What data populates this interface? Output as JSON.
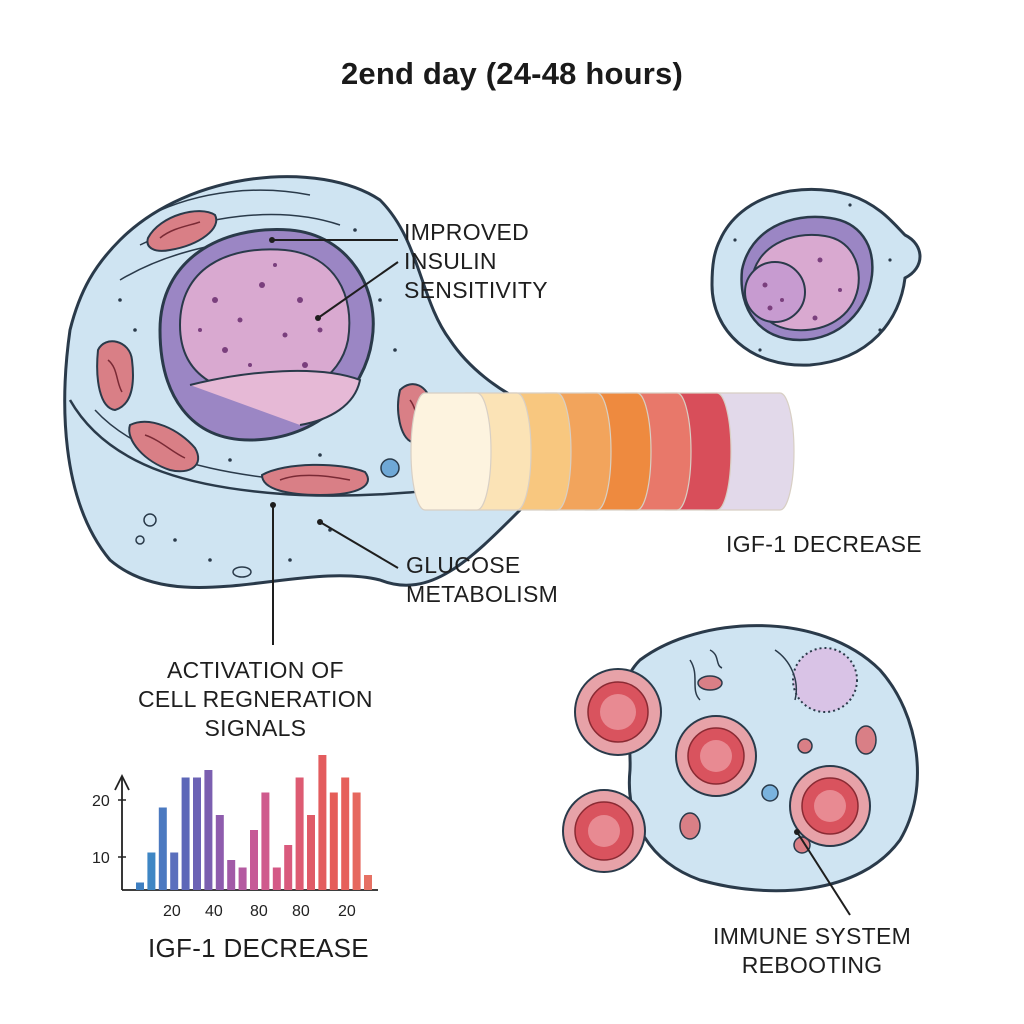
{
  "title": "2end day (24-48 hours)",
  "labels": {
    "insulin": [
      "IMPROVED",
      "INSULIN",
      "SENSITIVITY"
    ],
    "glucose": [
      "GLUCOSE",
      "METABOLISM"
    ],
    "regeneration": [
      "ACTIVATION OF",
      "CELL REGNERATION",
      "SIGNALS"
    ],
    "igf_right": "IGF-1 DECREASE",
    "immune": [
      "IMMUNE SYSTEM",
      "REBOOTING"
    ]
  },
  "colors": {
    "cytoplasm": "#cfe4f2",
    "membrane": "#2a3a4a",
    "nucleus": "#d9a9d0",
    "nucleus_shadow": "#9b86c4",
    "mitochondria": "#d97f86",
    "red_cell": "#d9535e",
    "gradient_bands": [
      "#fdf3df",
      "#fbe3b6",
      "#f8c77f",
      "#f2a45c",
      "#ee8a3f",
      "#e8786a",
      "#d84e5a",
      "#e2d9ea"
    ]
  },
  "chart_data": {
    "type": "bar",
    "title": "IGF-1 DECREASE",
    "y_ticks": [
      10,
      20
    ],
    "x_tick_labels": [
      "20",
      "40",
      "80",
      "80",
      "20"
    ],
    "ylim": [
      8,
      28
    ],
    "values": [
      9,
      13,
      19,
      13,
      23,
      23,
      24,
      18,
      12,
      11,
      16,
      21,
      11,
      14,
      23,
      18,
      26,
      21,
      23,
      21,
      10
    ],
    "bar_colors": [
      "#3e7fc1",
      "#3e86c4",
      "#4b79c0",
      "#5a6fbd",
      "#5d67b8",
      "#6c63b5",
      "#7b5fb0",
      "#8e5cad",
      "#a25aa7",
      "#b45aa1",
      "#c65a97",
      "#cf5a8d",
      "#d45986",
      "#d95a7d",
      "#dd5b72",
      "#e05b68",
      "#e35c5e",
      "#e55d58",
      "#e6605a",
      "#e6685e",
      "#e67164"
    ]
  }
}
